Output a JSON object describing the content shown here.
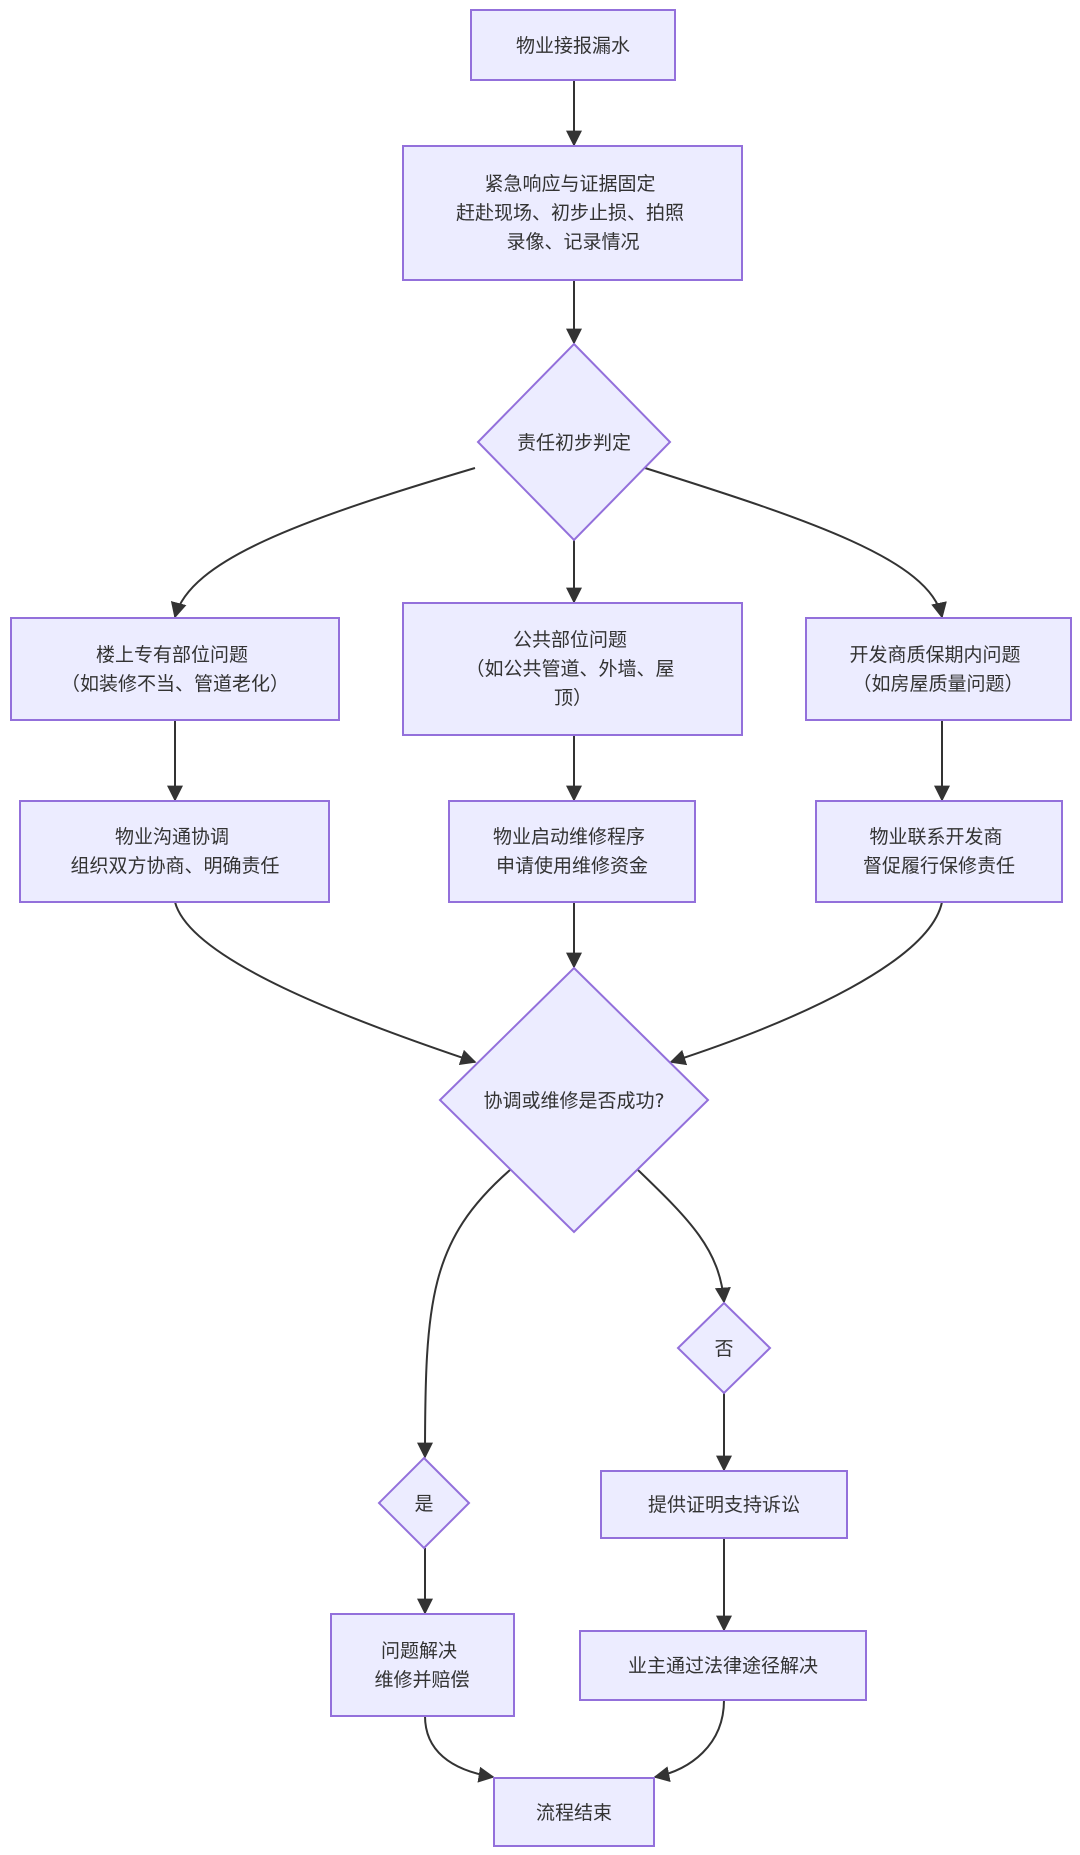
{
  "colors": {
    "node_fill": "#ececff",
    "node_stroke": "#9370db",
    "edge": "#333333",
    "text": "#333333"
  },
  "nodes": {
    "start": [
      "物业接报漏水"
    ],
    "emergency": [
      "紧急响应与证据固定",
      "赶赴现场、初步止损、拍照",
      "录像、记录情况"
    ],
    "judge": [
      "责任初步判定"
    ],
    "upstairs": [
      "楼上专有部位问题",
      "（如装修不当、管道老化）"
    ],
    "public": [
      "公共部位问题",
      "（如公共管道、外墙、屋",
      "顶）"
    ],
    "developer": [
      "开发商质保期内问题",
      "（如房屋质量问题）"
    ],
    "coordinate": [
      "物业沟通协调",
      "组织双方协商、明确责任"
    ],
    "repair": [
      "物业启动维修程序",
      "申请使用维修资金"
    ],
    "contact_dev": [
      "物业联系开发商",
      "督促履行保修责任"
    ],
    "success": [
      "协调或维修是否成功?"
    ],
    "yes": [
      "是"
    ],
    "no": [
      "否"
    ],
    "resolved": [
      "问题解决",
      "维修并赔偿"
    ],
    "evidence": [
      "提供证明支持诉讼"
    ],
    "legal": [
      "业主通过法律途径解决"
    ],
    "end": [
      "流程结束"
    ]
  }
}
